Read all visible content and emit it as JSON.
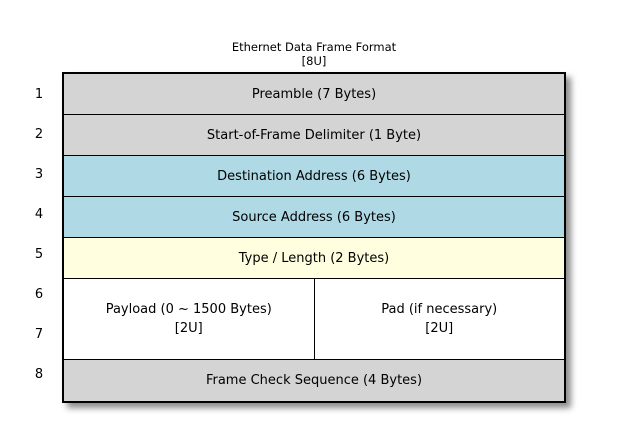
{
  "title": {
    "text": "Ethernet Data Frame Format",
    "subtitle": "[8U]"
  },
  "row_numbers": [
    "1",
    "2",
    "3",
    "4",
    "5",
    "6",
    "7",
    "8"
  ],
  "rows": [
    {
      "label": "Preamble (7 Bytes)",
      "bg": "#d4d4d4"
    },
    {
      "label": "Start-of-Frame Delimiter (1 Byte)",
      "bg": "#d4d4d4"
    },
    {
      "label": "Destination Address (6 Bytes)",
      "bg": "#aed9e5"
    },
    {
      "label": "Source Address (6 Bytes)",
      "bg": "#aed9e5"
    },
    {
      "label": "Type / Length (2 Bytes)",
      "bg": "#ffffe0"
    },
    {
      "bg": "#ffffff",
      "left": {
        "label": "Payload (0 ~ 1500 Bytes)",
        "sub": "[2U]"
      },
      "right": {
        "label": "Pad (if necessary)",
        "sub": "[2U]"
      }
    },
    {
      "label": "Frame Check Sequence (4 Bytes)",
      "bg": "#d4d4d4"
    }
  ],
  "colors": {
    "gray": "#d4d4d4",
    "blue": "#aed9e5",
    "yellow": "#ffffe0",
    "white": "#ffffff",
    "border": "#000000",
    "text": "#000000",
    "page_background": "#ffffff"
  }
}
